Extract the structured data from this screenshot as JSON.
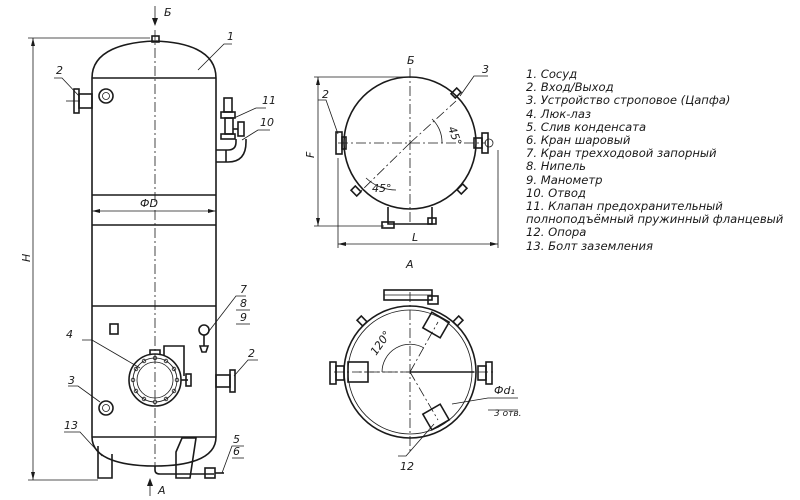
{
  "callouts": {
    "c1": "1",
    "c2a": "2",
    "c2b": "2",
    "c2c": "2",
    "c3a": "3",
    "c3b": "3",
    "c4": "4",
    "c5": "5",
    "c6": "6",
    "c7": "7",
    "c8": "8",
    "c9": "9",
    "c10": "10",
    "c11": "11",
    "c12": "12",
    "c13": "13"
  },
  "views": {
    "b_arrow": "Б",
    "b_title": "Б",
    "a_arrow": "А",
    "a_title": "А"
  },
  "dimensions": {
    "height": "H",
    "diameter": "ФD",
    "width_f": "F",
    "length_l": "L",
    "angle_45_a": "45°",
    "angle_45_b": "45°",
    "angle_120": "120°",
    "hole_d": "Фd₁",
    "hole_count": "3 отв."
  },
  "legend": [
    "1. Сосуд",
    "2. Вход/Выход",
    "3. Устройство строповое (Цапфа)",
    "4. Люк-лаз",
    "5. Слив конденсата",
    "6. Кран шаровый",
    "7. Кран трехходовой запорный",
    "8. Нипель",
    "9. Манометр",
    "10. Отвод",
    "11. Клапан предохранительный полноподъёмный пружинный фланцевый",
    "12. Опора",
    "13. Болт заземления"
  ]
}
